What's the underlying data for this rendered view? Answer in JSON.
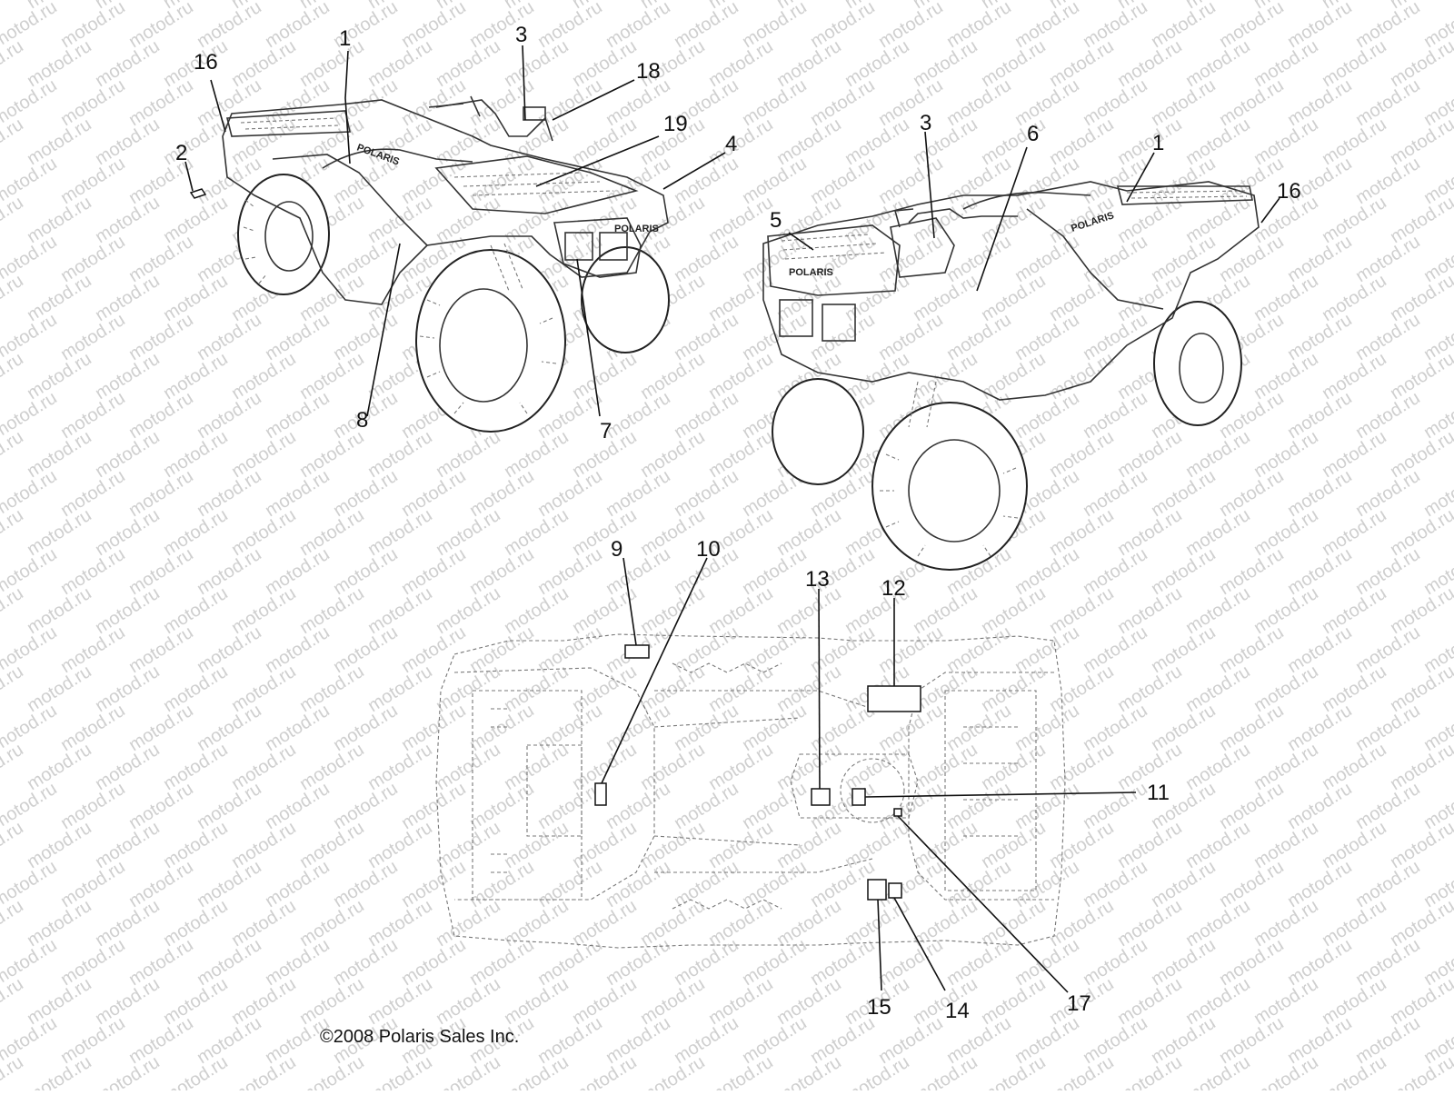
{
  "watermark": {
    "text": "motod.ru"
  },
  "copyright": "©2008 Polaris Sales Inc.",
  "brand_text": "POLARIS",
  "callouts": [
    {
      "id": "c16a",
      "label": "16"
    },
    {
      "id": "c1a",
      "label": "1"
    },
    {
      "id": "c3a",
      "label": "3"
    },
    {
      "id": "c18",
      "label": "18"
    },
    {
      "id": "c19",
      "label": "19"
    },
    {
      "id": "c4",
      "label": "4"
    },
    {
      "id": "c2",
      "label": "2"
    },
    {
      "id": "c8",
      "label": "8"
    },
    {
      "id": "c7",
      "label": "7"
    },
    {
      "id": "c3b",
      "label": "3"
    },
    {
      "id": "c6",
      "label": "6"
    },
    {
      "id": "c1b",
      "label": "1"
    },
    {
      "id": "c16b",
      "label": "16"
    },
    {
      "id": "c5",
      "label": "5"
    },
    {
      "id": "c9",
      "label": "9"
    },
    {
      "id": "c10",
      "label": "10"
    },
    {
      "id": "c13",
      "label": "13"
    },
    {
      "id": "c12",
      "label": "12"
    },
    {
      "id": "c11",
      "label": "11"
    },
    {
      "id": "c15",
      "label": "15"
    },
    {
      "id": "c14",
      "label": "14"
    },
    {
      "id": "c17",
      "label": "17"
    }
  ]
}
